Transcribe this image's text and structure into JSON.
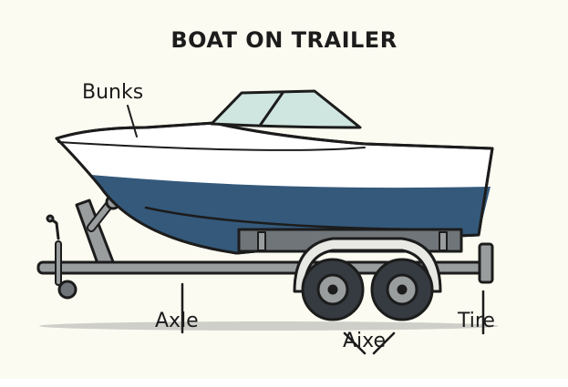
{
  "title": "BOAT ON TRAILER",
  "labels": {
    "bunks": "Bunks",
    "axle": "Axle",
    "aixe": "Aixe",
    "tire": "Tire"
  },
  "colors": {
    "background": "#fcfbf1",
    "hull_blue": "#34597b",
    "hull_white": "#ffffff",
    "windshield": "#cfe6e0",
    "trailer_gray": "#9a9d9e",
    "tire_dark": "#353b40",
    "outline": "#1c1c1c"
  }
}
